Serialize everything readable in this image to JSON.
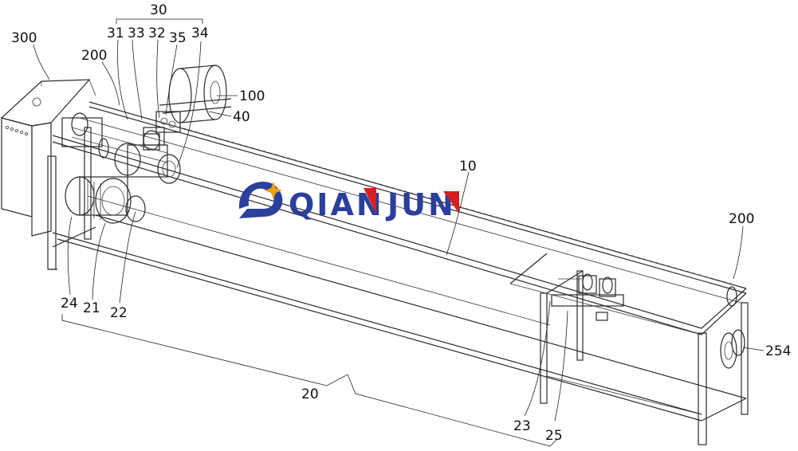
{
  "labels": {
    "l30": "30",
    "l31": "31",
    "l33": "33",
    "l32": "32",
    "l35": "35",
    "l34": "34",
    "l300": "300",
    "l200a": "200",
    "l100": "100",
    "l40": "40",
    "l10": "10",
    "l200b": "200",
    "l254": "254",
    "l24": "24",
    "l21": "21",
    "l22": "22",
    "l20": "20",
    "l23": "23",
    "l25": "25"
  },
  "watermark": {
    "text_left": "QIAN",
    "text_right": "JUN",
    "color": "#2b3f9c",
    "accent": "#d42020"
  }
}
